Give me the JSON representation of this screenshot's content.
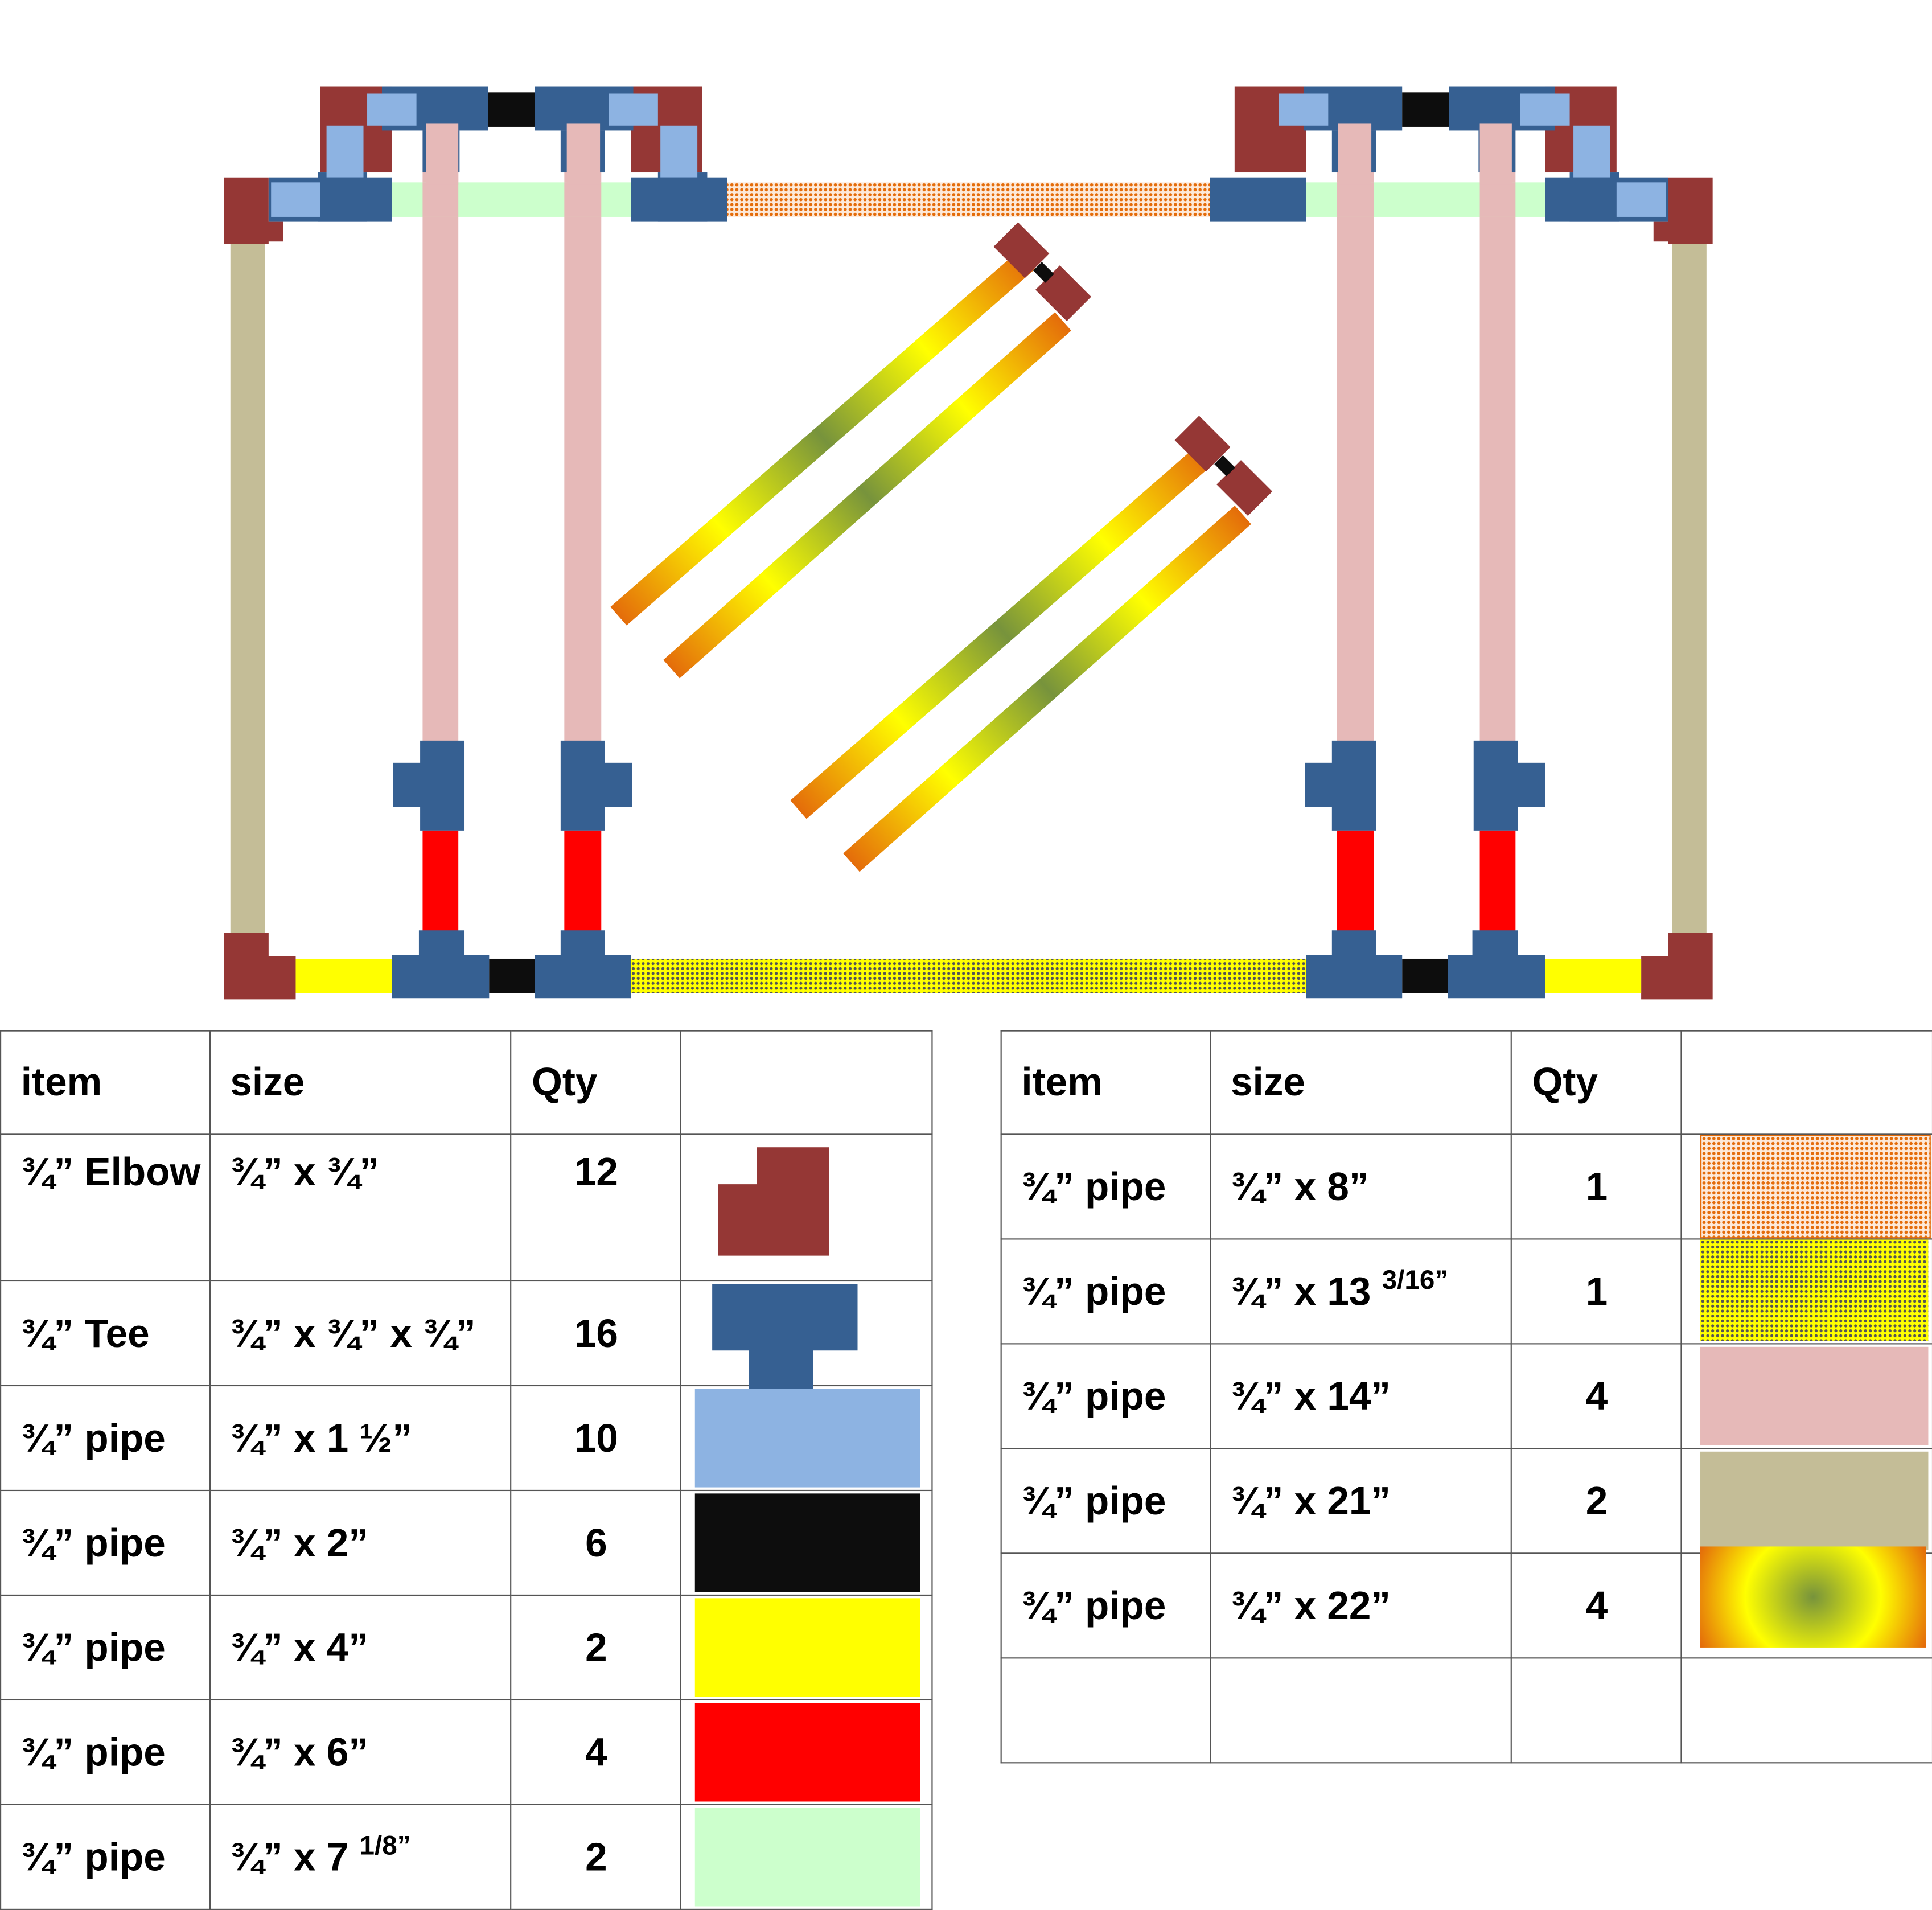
{
  "colors": {
    "elbow": "#953735",
    "tee": "#366092",
    "pipe_1_5": "#8db3e2",
    "pipe_2": "#0d0d0d",
    "pipe_4": "#ffff00",
    "pipe_6": "#ff0000",
    "pipe_7_1_8": "#ccffcc",
    "pipe_8": "#e46c0a",
    "pipe_13_3_16": "#ffff00",
    "pipe_14": "#e6b9b8",
    "pipe_21": "#c4bd97",
    "pipe_22_center": "#77933c",
    "pipe_22_mid": "#ffff00",
    "pipe_22_edge": "#e46c0a"
  },
  "table_left": {
    "headers": [
      "item",
      "size",
      "Qty",
      ""
    ],
    "rows": [
      {
        "item": "¾” Elbow",
        "size": "¾” x ¾”",
        "size_sup": "",
        "qty": "12",
        "swatch": "elbow"
      },
      {
        "item": "¾”  Tee",
        "size": "¾” x ¾” x ¾”",
        "size_sup": "",
        "qty": "16",
        "swatch": "tee"
      },
      {
        "item": "¾” pipe",
        "size": "¾” x  1 ½”",
        "size_sup": "",
        "qty": "10",
        "swatch": "pipe_1_5"
      },
      {
        "item": "¾” pipe",
        "size": "¾” x  2”",
        "size_sup": "",
        "qty": "6",
        "swatch": "pipe_2"
      },
      {
        "item": "¾” pipe",
        "size": "¾” x  4”",
        "size_sup": "",
        "qty": "2",
        "swatch": "pipe_4"
      },
      {
        "item": "¾” pipe",
        "size": "¾” x  6”",
        "size_sup": "",
        "qty": "4",
        "swatch": "pipe_6"
      },
      {
        "item": "¾” pipe",
        "size": "¾” x  7 ",
        "size_sup": "1/8”",
        "qty": "2",
        "swatch": "pipe_7_1_8"
      }
    ]
  },
  "table_right": {
    "headers": [
      "item",
      "size",
      "Qty",
      ""
    ],
    "rows": [
      {
        "item": "¾” pipe",
        "size": "¾” x  8”",
        "size_sup": "",
        "qty": "1",
        "swatch": "pipe_8"
      },
      {
        "item": "¾” pipe",
        "size": "¾” x  13 ",
        "size_sup": "3/16”",
        "qty": "1",
        "swatch": "pipe_13_3_16"
      },
      {
        "item": "¾” pipe",
        "size": "¾” x  14”",
        "size_sup": "",
        "qty": "4",
        "swatch": "pipe_14"
      },
      {
        "item": "¾” pipe",
        "size": "¾” x  21”",
        "size_sup": "",
        "qty": "2",
        "swatch": "pipe_21"
      },
      {
        "item": "¾” pipe",
        "size": "¾” x  22”",
        "size_sup": "",
        "qty": "4",
        "swatch": "pipe_22"
      },
      {
        "item": "",
        "size": "",
        "size_sup": "",
        "qty": "",
        "swatch": ""
      }
    ]
  }
}
